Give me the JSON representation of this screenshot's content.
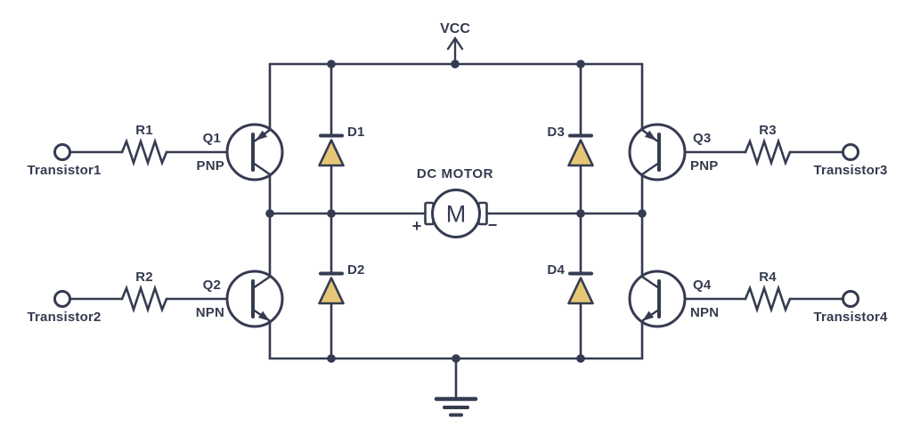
{
  "colors": {
    "ink": "#353B50",
    "diode_fill": "#E6C775",
    "background": "#FFFFFF"
  },
  "power": {
    "vcc": "VCC"
  },
  "motor": {
    "label": "DC MOTOR",
    "symbol": "M",
    "positive": "+",
    "negative": "−"
  },
  "terminals": [
    "Transistor1",
    "Transistor2",
    "Transistor3",
    "Transistor4"
  ],
  "resistors": [
    "R1",
    "R2",
    "R3",
    "R4"
  ],
  "transistors": [
    {
      "ref": "Q1",
      "type": "PNP"
    },
    {
      "ref": "Q2",
      "type": "NPN"
    },
    {
      "ref": "Q3",
      "type": "PNP"
    },
    {
      "ref": "Q4",
      "type": "NPN"
    }
  ],
  "diodes": [
    "D1",
    "D2",
    "D3",
    "D4"
  ]
}
